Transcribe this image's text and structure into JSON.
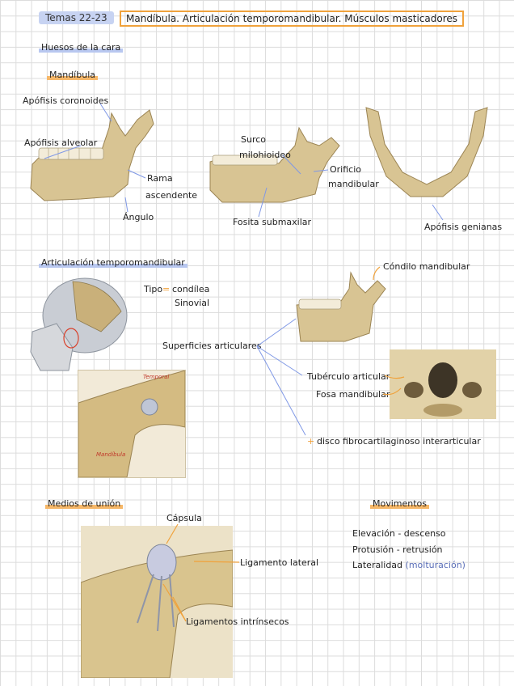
{
  "header": {
    "tag": "Temas 22-23",
    "title": "Mandíbula. Articulación temporomandibular. Músculos masticadores"
  },
  "sections": {
    "facial_bones": "Huesos de la cara",
    "mandible": "Mandíbula",
    "tmj": "Articulación temporomandibular",
    "union": "Medios de unión",
    "movements": "Movimentos"
  },
  "mandible_labels": {
    "coronoid": "Apófisis coronoides",
    "alveolar": "Apófisis alveolar",
    "ramus_1": "Rama",
    "ramus_2": "ascendente",
    "angle": "Ángulo",
    "groove_1": "Surco",
    "groove_2": "milohioideo",
    "foramen_1": "Orificio",
    "foramen_2": "mandibular",
    "submaxillary": "Fosita submaxilar",
    "genial": "Apófisis genianas"
  },
  "tmj_labels": {
    "type_label": "Tipo",
    "type_value": "condílea",
    "synovial": "Sinovial",
    "surfaces": "Superficies articulares",
    "condyle": "Cóndilo mandibular",
    "tubercle": "Tubérculo articular",
    "fossa": "Fosa mandibular",
    "disc": "disco fibrocartilaginoso interarticular",
    "plus": "+",
    "temporal": "Temporal",
    "mandibula_img": "Mandíbula"
  },
  "union_labels": {
    "capsule": "Cápsula",
    "lateral": "Ligamento lateral",
    "intrinsic": "Ligamentos intrínsecos"
  },
  "movements": {
    "line1": "Elevación - descenso",
    "line2": "Protusión - retrusión",
    "line3a": "Lateralidad ",
    "line3b": "(molturación)"
  },
  "colors": {
    "accent_blue": "#b9c8f0",
    "accent_orange": "#f0a23c",
    "bone": "#d8c493",
    "arrow_blue": "#7f98e6"
  }
}
